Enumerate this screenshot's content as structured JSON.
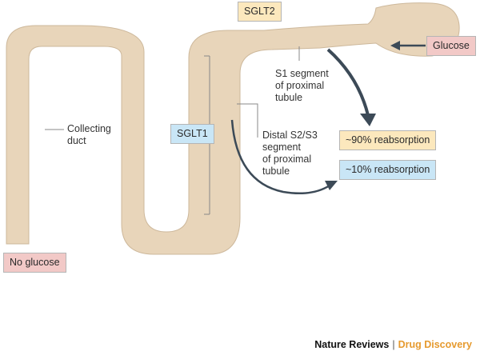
{
  "labels": {
    "sglt2": "SGLT2",
    "sglt1": "SGLT1",
    "glucose": "Glucose",
    "no_glucose": "No glucose",
    "s1_line1": "S1 segment",
    "s1_line2": "of proximal",
    "s1_line3": "tubule",
    "collecting_line1": "Collecting",
    "collecting_line2": "duct",
    "distal_line1": "Distal S2/S3",
    "distal_line2": "segment",
    "distal_line3": "of proximal",
    "distal_line4": "tubule",
    "reabs_90": "~90% reabsorption",
    "reabs_10": "~10% reabsorption"
  },
  "footer": {
    "journal": "Nature Reviews",
    "separator": "|",
    "section": "Drug Discovery"
  },
  "colors": {
    "tubule": "#e8d5ba",
    "arrow": "#3c4a57",
    "accent": "#e69a2e"
  }
}
